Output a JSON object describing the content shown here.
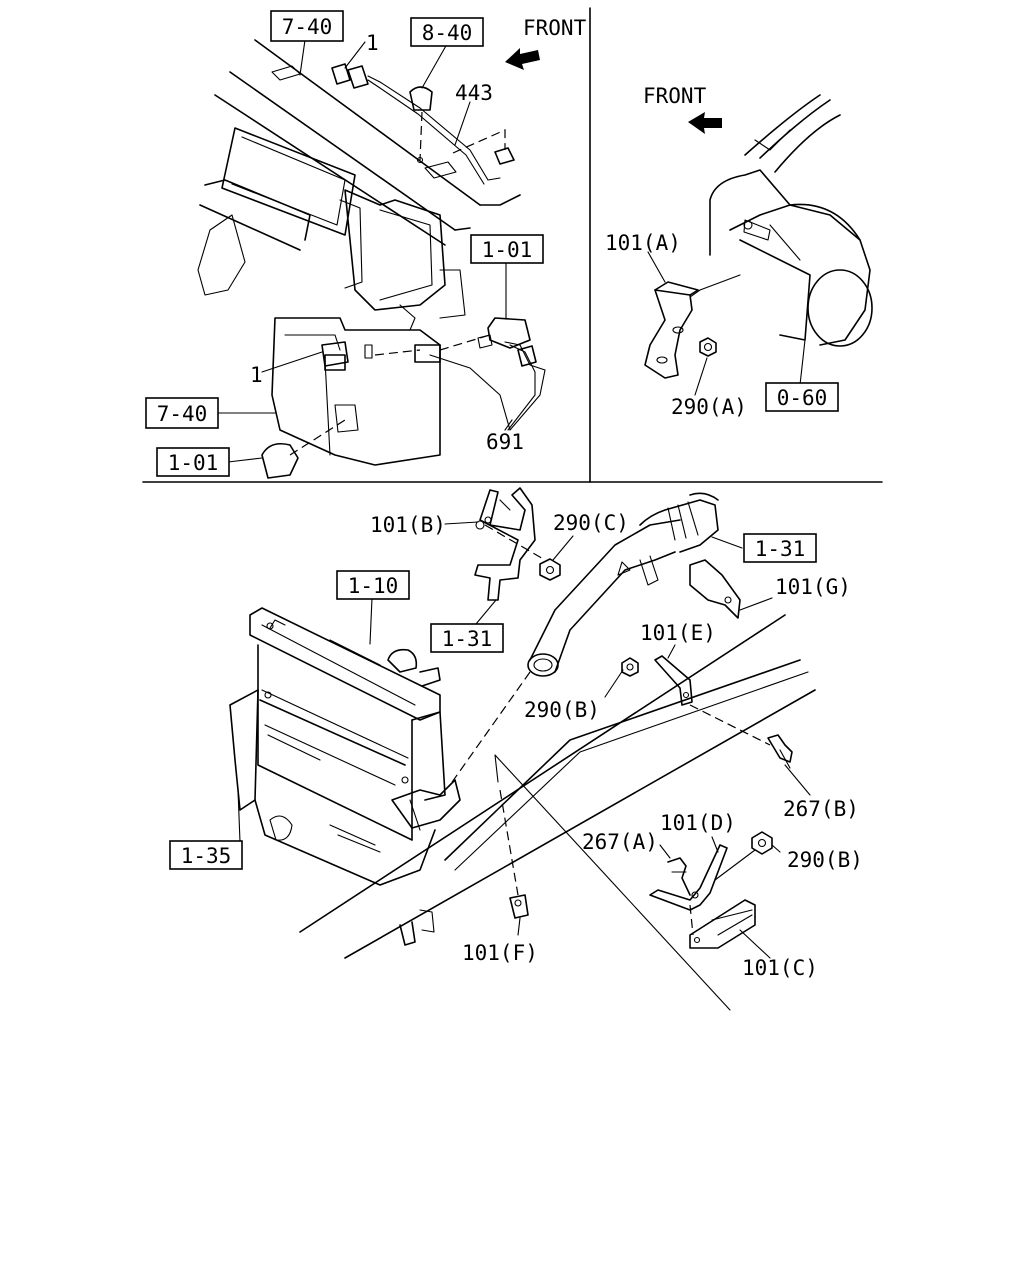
{
  "callouts": {
    "ref_7_40_top": "7-40",
    "ref_8_40": "8-40",
    "front_top": "FRONT",
    "lbl_1_top": "1",
    "lbl_443": "443",
    "ref_1_01_right": "1-01",
    "lbl_1_mid": "1",
    "ref_7_40_mid": "7-40",
    "ref_1_01_low": "1-01",
    "lbl_691": "691",
    "front_right": "FRONT",
    "lbl_101A": "101(A)",
    "lbl_290A": "290(A)",
    "ref_0_60": "0-60",
    "lbl_101B": "101(B)",
    "lbl_290C": "290(C)",
    "ref_1_31_right": "1-31",
    "lbl_101G": "101(G)",
    "ref_1_10": "1-10",
    "ref_1_31_left": "1-31",
    "lbl_101E": "101(E)",
    "lbl_290B_mid": "290(B)",
    "lbl_267B": "267(B)",
    "ref_1_35": "1-35",
    "lbl_101D": "101(D)",
    "lbl_267A": "267(A)",
    "lbl_290B_low": "290(B)",
    "lbl_101C": "101(C)",
    "lbl_101F": "101(F)"
  }
}
